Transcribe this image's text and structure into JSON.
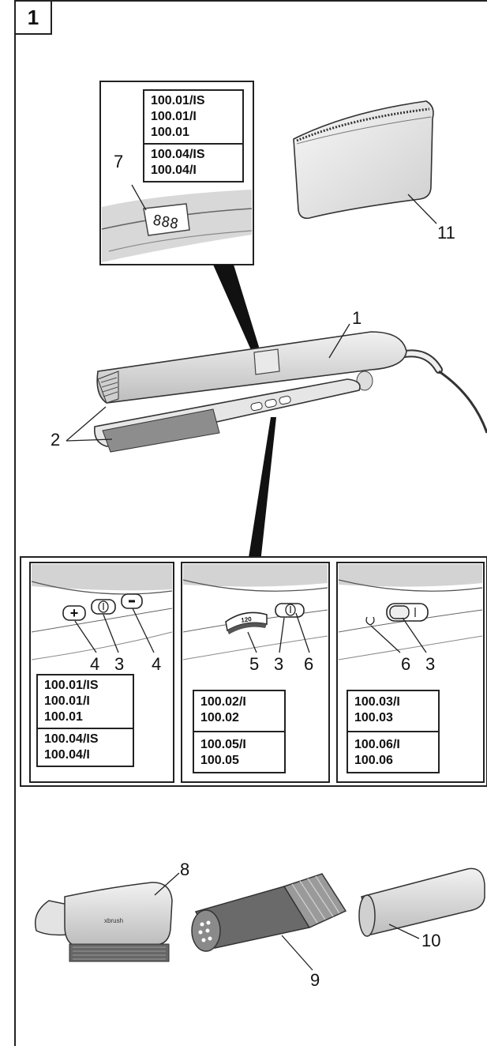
{
  "figure_number": "1",
  "callouts": {
    "c1": "1",
    "c2": "2",
    "c7": "7",
    "c11": "11",
    "p1_4a": "4",
    "p1_3": "3",
    "p1_4b": "4",
    "p2_5": "5",
    "p2_3": "3",
    "p2_6": "6",
    "p3_6": "6",
    "p3_3": "3",
    "c8": "8",
    "c9": "9",
    "c10": "10"
  },
  "display_digits": "888",
  "dial_value": "120",
  "brush_label": "xbrush",
  "top_models": {
    "group1": [
      "100.01/IS",
      "100.01/I",
      "100.01"
    ],
    "group2": [
      "100.04/IS",
      "100.04/I"
    ]
  },
  "panel1_models": {
    "group1": [
      "100.01/IS",
      "100.01/I",
      "100.01"
    ],
    "group2": [
      "100.04/IS",
      "100.04/I"
    ]
  },
  "panel2_models": {
    "group1": [
      "100.02/I",
      "100.02"
    ],
    "group2": [
      "100.05/I",
      "100.05"
    ]
  },
  "panel3_models": {
    "group1": [
      "100.03/I",
      "100.03"
    ],
    "group2": [
      "100.06/I",
      "100.06"
    ]
  }
}
